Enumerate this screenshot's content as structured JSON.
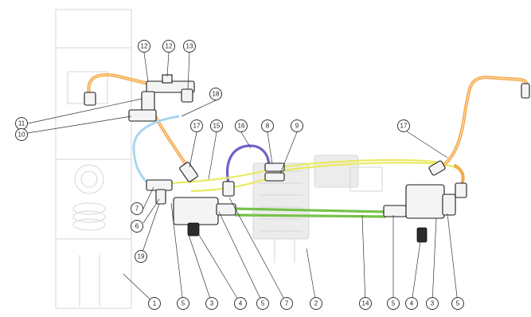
{
  "diagram": {
    "colors": {
      "orange_tube": "#f4a84a",
      "yellow_tube": "#eaea62",
      "green_tube": "#77c24a",
      "blue_tube": "#a9d7ef",
      "purple_tube": "#6e62c8"
    },
    "callouts": {
      "c12a": "12",
      "c12b": "12",
      "c13": "13",
      "c11": "11",
      "c10": "10",
      "c18": "18",
      "c17a": "17",
      "c15": "15",
      "c16": "16",
      "c8": "8",
      "c9": "9",
      "c17b": "17",
      "c7a": "7",
      "c6": "6",
      "c19": "19",
      "b1": "1",
      "b5a": "5",
      "b3a": "3",
      "b4a": "4",
      "b5b": "5",
      "b7": "7",
      "b2": "2",
      "b14": "14",
      "b5c": "5",
      "b4b": "4",
      "b3b": "3",
      "b5d": "5"
    }
  }
}
